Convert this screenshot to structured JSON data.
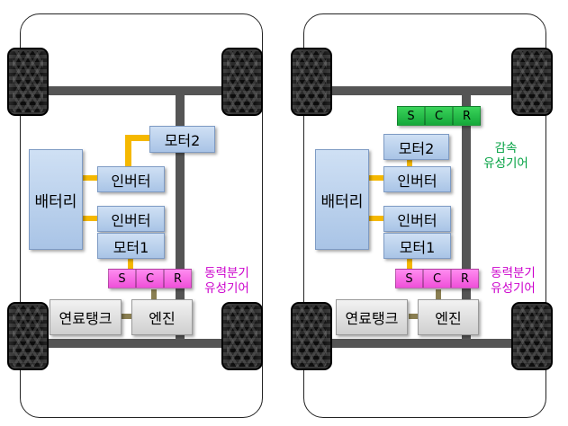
{
  "labels": {
    "battery": "배터리",
    "inverter": "인버터",
    "motor1": "모터1",
    "motor2": "모터2",
    "fuel_tank": "연료탱크",
    "engine": "엔진",
    "planetary_gear_line1": "동력분기",
    "planetary_gear_line2": "유성기어",
    "reduction_gear_line1": "감속",
    "reduction_gear_line2": "유성기어",
    "scr_s": "S",
    "scr_c": "C",
    "scr_r": "R"
  },
  "colors": {
    "box_fill": "#b8cfec",
    "power_split_gear": "#f06ce0",
    "reduction_gear": "#22b94a",
    "power_split_label": "#cc00cc",
    "reduction_label": "#00a040",
    "electric_link": "#f5b800",
    "mechanical_link": "#555555",
    "fuel_link": "#8a7f52"
  }
}
